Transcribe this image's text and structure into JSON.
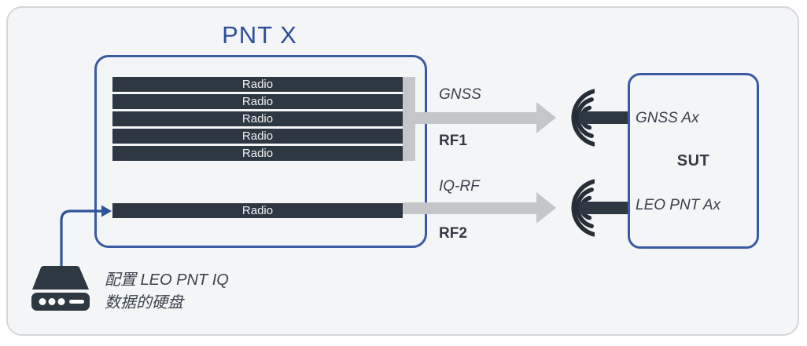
{
  "title": "PNT X",
  "pntx": {
    "radios": [
      "Radio",
      "Radio",
      "Radio",
      "Radio",
      "Radio"
    ],
    "single_radio": "Radio"
  },
  "rf1": {
    "signal": "GNSS",
    "port": "RF1"
  },
  "rf2": {
    "signal": "IQ-RF",
    "port": "RF2"
  },
  "sut": {
    "label": "SUT",
    "top_antenna": "GNSS Ax",
    "bottom_antenna": "LEO PNT Ax"
  },
  "disk": {
    "caption_line1": "配置 LEO PNT IQ",
    "caption_line2": "数据的硬盘"
  },
  "icons": {
    "antenna": "rf-signal-icon",
    "disk": "hard-disk-icon"
  },
  "colors": {
    "accent_blue_border": "#3a5ba3",
    "title_blue": "#2e4f9c",
    "dark_slate": "#2e3842",
    "arrow_gray": "#c5c6ca",
    "text_dark": "#3a414c",
    "connector_blue": "#2d5496",
    "frame_border": "#d5d6da",
    "frame_bg": "#f4f5f7"
  }
}
